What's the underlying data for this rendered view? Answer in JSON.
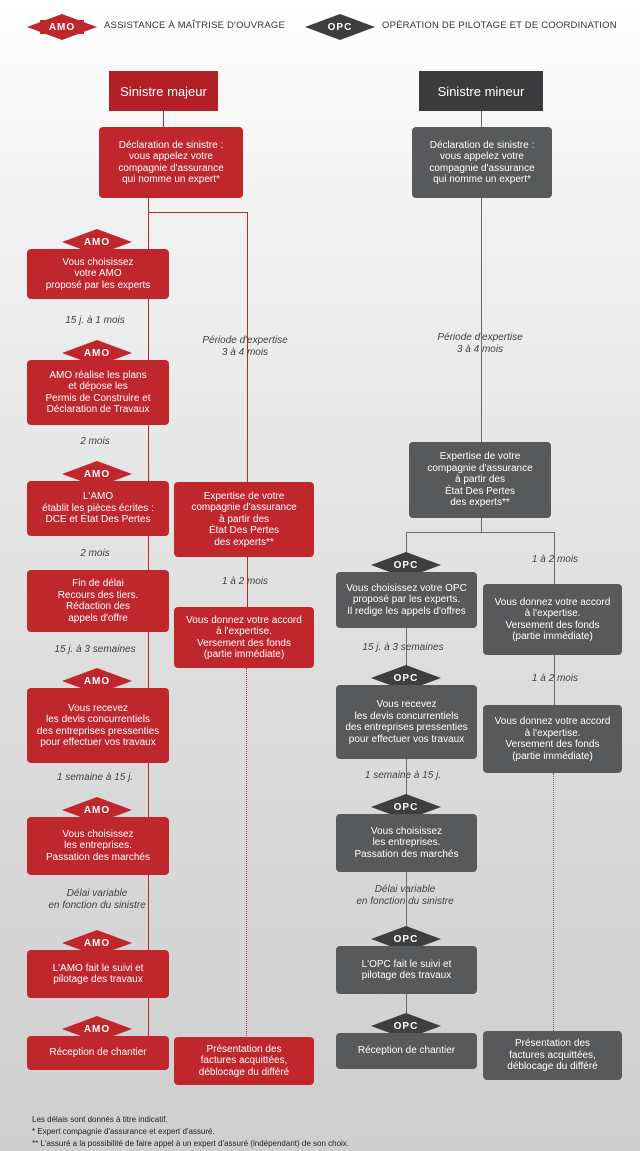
{
  "legend": {
    "amo_badge": "AMO",
    "amo_text": "ASSISTANCE À MAÎTRISE D'OUVRAGE",
    "opc_badge": "OPC",
    "opc_text": "OPÉRATION DE PILOTAGE ET DE COORDINATION"
  },
  "colors": {
    "red": "#c0272d",
    "dark": "#58595b",
    "red_header": "#b22025",
    "dark_header": "#3a3b3d"
  },
  "headers": {
    "major": "Sinistre majeur",
    "minor": "Sinistre mineur"
  },
  "major": {
    "declaration": "Déclaration de sinistre :\nvous appelez votre\ncompagnie d'assurance\nqui nomme un expert*",
    "steps": [
      "Vous choisissez\nvotre AMO\nproposé par les experts",
      "AMO réalise les plans\net dépose les\nPermis de Construire et\nDéclaration de Travaux",
      "L'AMO\nétablit les pièces écrites :\nDCE et État Des Pertes",
      "Fin de délai\nRecours des tiers.\nRédaction des\nappels d'offre",
      "Vous recevez\nles devis concurrentiels\ndes entreprises pressenties\npour effectuer vos travaux",
      "Vous choisissez\nles entreprises.\nPassation des marchés",
      "L'AMO fait le suivi et\npilotage des travaux",
      "Réception de chantier"
    ],
    "delays": [
      "15 j. à 1 mois",
      "2 mois",
      "2 mois",
      "15 j. à 3 semaines",
      "1 semaine à 15 j.",
      "Délai variable\nen fonction du sinistre"
    ],
    "period": "Période d'expertise\n3 à 4 mois",
    "expertise": "Expertise de votre\ncompagnie d'assurance\nà partir des\nÉtat Des Pertes\ndes experts**",
    "expertise_delay": "1 à 2 mois",
    "accord": "Vous donnez votre accord\nà l'expertise.\nVersement des fonds\n(partie immédiate)",
    "factures": "Présentation des\nfactures acquittées,\ndéblocage du différé",
    "badge": "AMO"
  },
  "minor": {
    "declaration": "Déclaration de sinistre :\nvous appelez votre\ncompagnie d'assurance\nqui nomme un expert*",
    "period": "Période d'expertise\n3 à 4 mois",
    "expertise": "Expertise de votre\ncompagnie d'assurance\nà partir des\nÉtat Des Pertes\ndes experts**",
    "steps": [
      "Vous choisissez votre OPC\nproposé par les experts.\nIl redige les appels d'offres",
      "Vous recevez\nles devis concurrentiels\ndes entreprises pressenties\npour effectuer vos travaux",
      "Vous choisissez\nles entreprises.\nPassation des marchés",
      "L'OPC fait le suivi et\npilotage des travaux",
      "Réception de chantier"
    ],
    "delays": [
      "15 j. à 3 semaines",
      "1 semaine à 15 j.",
      "Délai variable\nen fonction du sinistre"
    ],
    "right_delay_1": "1 à 2 mois",
    "accord_1": "Vous donnez votre accord\nà l'expertise.\nVersement des fonds\n(partie immédiate)",
    "right_delay_2": "1 à 2 mois",
    "accord_2": "Vous donnez votre accord\nà l'expertise.\nVersement des fonds\n(partie immédiate)",
    "factures": "Présentation des\nfactures acquittées,\ndéblocage du différé",
    "badge": "OPC"
  },
  "footnotes": [
    "Les délais sont donnés à titre indicatif.",
    "*  Expert compagnie d'assurance et expert d'assuré.",
    "** L'assuré a la possibilité de faire appel à un expert d'assuré (indépendant) de son choix."
  ]
}
